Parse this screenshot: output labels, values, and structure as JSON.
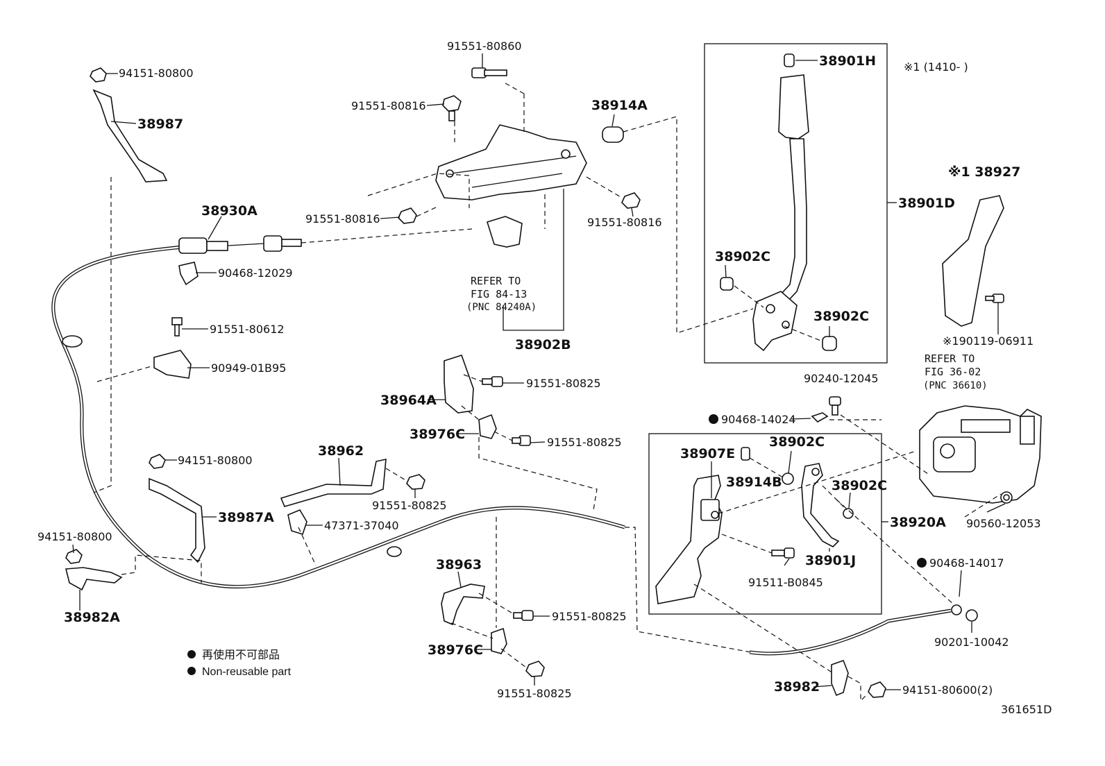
{
  "diagram_id": "361651D",
  "legend": {
    "jp": "再使用不可部品",
    "en": "Non-reusable part"
  },
  "notes": {
    "date_note": "※1 (1410-      )",
    "refer_84": [
      "REFER TO",
      "FIG 84-13",
      "(PNC 84240A)"
    ],
    "refer_36": [
      "REFER TO",
      "FIG 36-02",
      "(PNC 36610)"
    ]
  },
  "parts": {
    "p94151_80800_a": "94151-80800",
    "p38987": "38987",
    "p38930A": "38930A",
    "p90468_12029": "90468-12029",
    "p91551_80612": "91551-80612",
    "p90949_01B95": "90949-01B95",
    "p91551_80860": "91551-80860",
    "p91551_80816_a": "91551-80816",
    "p91551_80816_b": "91551-80816",
    "p91551_80816_c": "91551-80816",
    "p38914A": "38914A",
    "p38902B": "38902B",
    "p38901H": "38901H",
    "p38901D": "38901D",
    "p38902C_a": "38902C",
    "p38902C_b": "38902C",
    "p38927": "※1 38927",
    "p190119_06911": "※190119-06911",
    "p90240_12045": "90240-12045",
    "p90468_14024": "90468-14024",
    "p38907E": "38907E",
    "p38914B": "38914B",
    "p38902C_c": "38902C",
    "p38902C_d": "38902C",
    "p38920A": "38920A",
    "p38901J": "38901J",
    "p91511_B0845": "91511-B0845",
    "p90560_12053": "90560-12053",
    "p90468_14017": "90468-14017",
    "p90201_10042": "90201-10042",
    "p38982": "38982",
    "p94151_80600": "94151-80600(2)",
    "p38964A": "38964A",
    "p91551_80825_a": "91551-80825",
    "p38976C_a": "38976C",
    "p91551_80825_b": "91551-80825",
    "p38962": "38962",
    "p91551_80825_c": "91551-80825",
    "p47371_37040": "47371-37040",
    "p94151_80800_b": "94151-80800",
    "p38987A": "38987A",
    "p94151_80800_c": "94151-80800",
    "p38982A": "38982A",
    "p38963": "38963",
    "p91551_80825_d": "91551-80825",
    "p38976C_b": "38976C",
    "p91551_80825_e": "91551-80825"
  }
}
